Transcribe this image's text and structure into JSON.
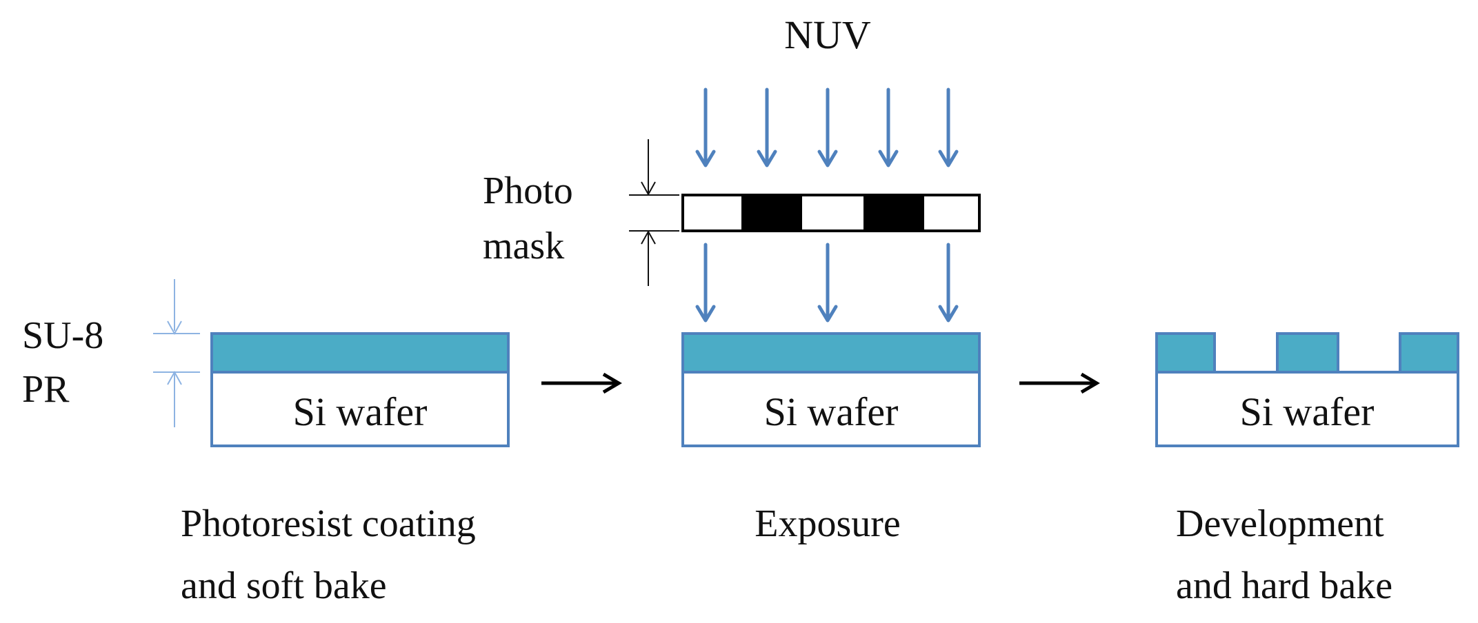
{
  "uv_label": "NUV",
  "photomask_label": [
    "Photo",
    "mask"
  ],
  "resist_label": [
    "SU-8",
    "PR"
  ],
  "wafer_label": "Si wafer",
  "steps": [
    {
      "caption": [
        "Photoresist coating",
        "and soft bake"
      ]
    },
    {
      "caption": [
        "Exposure"
      ]
    },
    {
      "caption": [
        "Development",
        "and hard bake"
      ]
    }
  ],
  "colors": {
    "resist": "#4bacc6",
    "wafer_border": "#4f81bd",
    "uv_arrow": "#4f81bd",
    "dimension_line": "#8db3e2",
    "mask_opaque": "#000000",
    "text": "#111111"
  }
}
